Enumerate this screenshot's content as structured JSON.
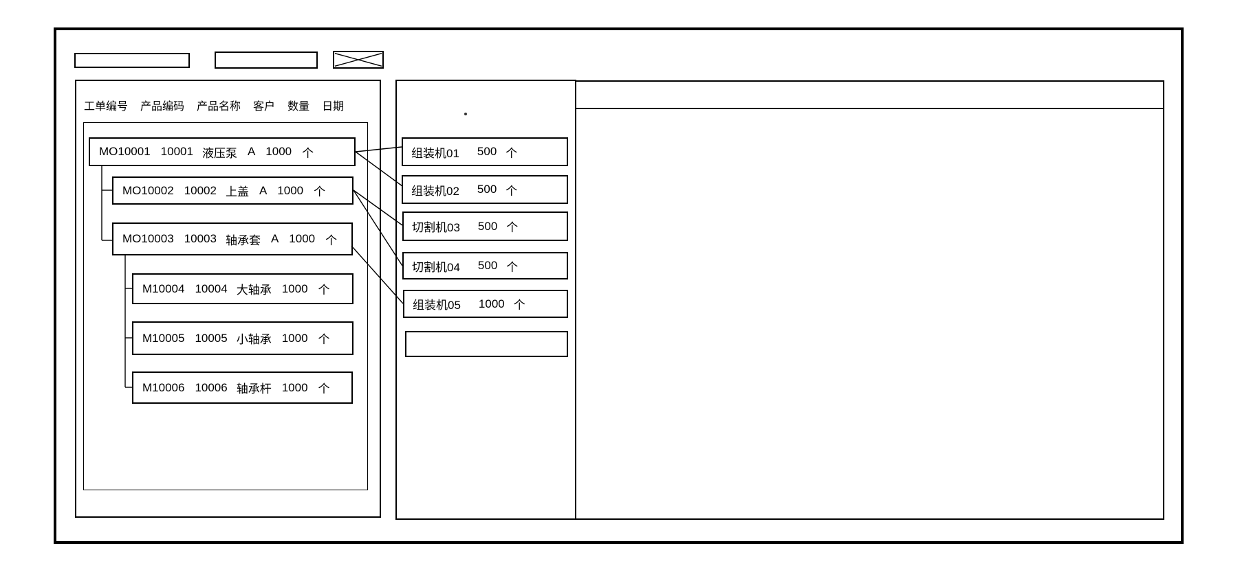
{
  "colors": {
    "line": "#000000",
    "background": "#ffffff"
  },
  "topbar": {
    "field1_value": "",
    "field2_value": "",
    "close_icon": "x-cross"
  },
  "left_panel": {
    "columns": [
      "工单编号",
      "产品编码",
      "产品名称",
      "客户",
      "数量",
      "日期"
    ],
    "orders": [
      {
        "order_no": "MO10001",
        "product_code": "10001",
        "product_name": "液压泵",
        "customer": "A",
        "qty": "1000",
        "unit": "个"
      },
      {
        "order_no": "MO10002",
        "product_code": "10002",
        "product_name": "上盖",
        "customer": "A",
        "qty": "1000",
        "unit": "个"
      },
      {
        "order_no": "MO10003",
        "product_code": "10003",
        "product_name": "轴承套",
        "customer": "A",
        "qty": "1000",
        "unit": "个"
      },
      {
        "order_no": "M10004",
        "product_code": "10004",
        "product_name": "大轴承",
        "customer": "",
        "qty": "1000",
        "unit": "个"
      },
      {
        "order_no": "M10005",
        "product_code": "10005",
        "product_name": "小轴承",
        "customer": "",
        "qty": "1000",
        "unit": "个"
      },
      {
        "order_no": "M10006",
        "product_code": "10006",
        "product_name": "轴承杆",
        "customer": "",
        "qty": "1000",
        "unit": "个"
      }
    ]
  },
  "middle_panel": {
    "workcenters": [
      {
        "name": "组装机01",
        "qty": "500",
        "unit": "个"
      },
      {
        "name": "组装机02",
        "qty": "500",
        "unit": "个"
      },
      {
        "name": "切割机03",
        "qty": "500",
        "unit": "个"
      },
      {
        "name": "切割机04",
        "qty": "500",
        "unit": "个"
      },
      {
        "name": "组装机05",
        "qty": "1000",
        "unit": "个"
      }
    ],
    "empty_slot": ""
  },
  "right_panel": {
    "content": ""
  },
  "connections": [
    {
      "from": "MO10001",
      "to": "组装机01"
    },
    {
      "from": "MO10001",
      "to": "组装机02"
    },
    {
      "from": "MO10002",
      "to": "切割机03"
    },
    {
      "from": "MO10002",
      "to": "切割机04"
    },
    {
      "from": "MO10003",
      "to": "组装机05"
    }
  ]
}
